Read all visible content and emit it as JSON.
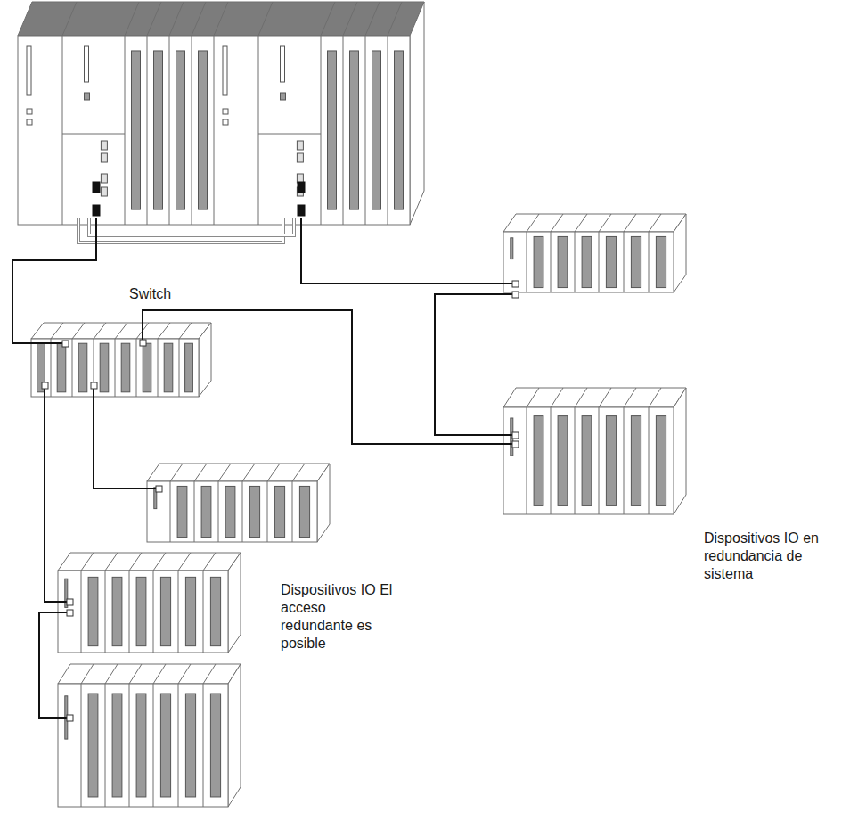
{
  "diagram": {
    "labels": [
      "Switch",
      "Dispositivos IO en redundancia de sistema",
      "Dispositivos IO El acceso redundante es posible"
    ]
  }
}
